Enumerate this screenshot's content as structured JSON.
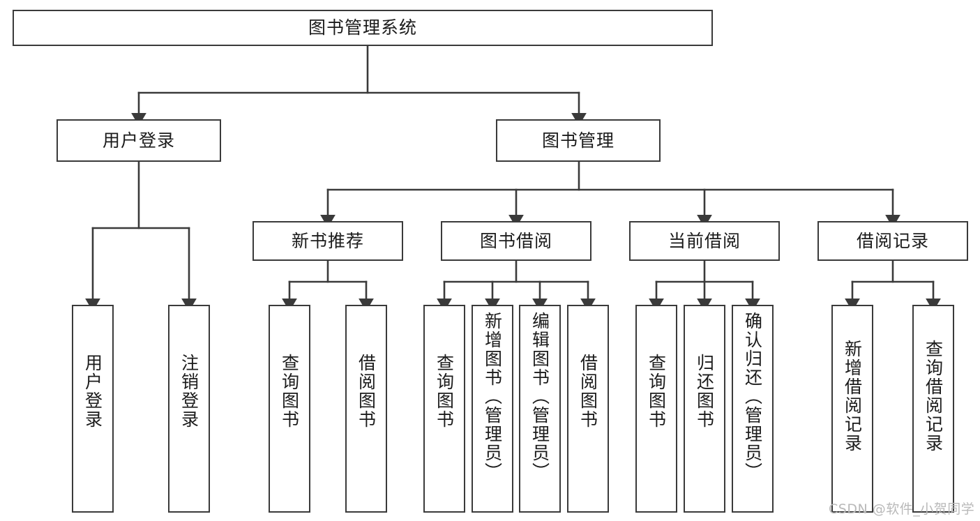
{
  "diagram": {
    "type": "tree",
    "title": "图书管理系统",
    "watermark": "CSDN @软件_小贺同学",
    "colors": {
      "box_border": "#3a3a3a",
      "box_fill": "#ffffff",
      "edge": "#3a3a3a",
      "text": "#1b1b1b",
      "watermark": "#b9b9b9",
      "background": "#ffffff"
    },
    "levels": {
      "root": {
        "label": "图书管理系统"
      },
      "level2": [
        {
          "id": "n-user-login",
          "label": "用户登录"
        },
        {
          "id": "n-book-mgmt",
          "label": "图书管理"
        }
      ],
      "level3": [
        {
          "id": "n-new-book-rec",
          "label": "新书推荐",
          "parent": "n-book-mgmt"
        },
        {
          "id": "n-book-borrow",
          "label": "图书借阅",
          "parent": "n-book-mgmt"
        },
        {
          "id": "n-current-borrow",
          "label": "当前借阅",
          "parent": "n-book-mgmt"
        },
        {
          "id": "n-borrow-record",
          "label": "借阅记录",
          "parent": "n-book-mgmt"
        }
      ],
      "leaves": [
        {
          "id": "l-user-login",
          "label": "用户登录",
          "parent": "n-user-login"
        },
        {
          "id": "l-user-logout",
          "label": "注销登录",
          "parent": "n-user-login"
        },
        {
          "id": "l-rec-query-book",
          "label": "查询图书",
          "parent": "n-new-book-rec"
        },
        {
          "id": "l-rec-borrow-book",
          "label": "借阅图书",
          "parent": "n-new-book-rec"
        },
        {
          "id": "l-borrow-query-book",
          "label": "查询图书",
          "parent": "n-book-borrow"
        },
        {
          "id": "l-borrow-add-book",
          "label": "新增图书（管理员）",
          "parent": "n-book-borrow"
        },
        {
          "id": "l-borrow-edit-book",
          "label": "编辑图书（管理员）",
          "parent": "n-book-borrow"
        },
        {
          "id": "l-borrow-borrow-book",
          "label": "借阅图书",
          "parent": "n-book-borrow"
        },
        {
          "id": "l-cur-query-book",
          "label": "查询图书",
          "parent": "n-current-borrow"
        },
        {
          "id": "l-cur-return-book",
          "label": "归还图书",
          "parent": "n-current-borrow"
        },
        {
          "id": "l-cur-confirm-return",
          "label": "确认归还（管理员）",
          "parent": "n-current-borrow"
        },
        {
          "id": "l-rec-add-record",
          "label": "新增借阅记录",
          "parent": "n-borrow-record"
        },
        {
          "id": "l-rec-query-record",
          "label": "查询借阅记录",
          "parent": "n-borrow-record"
        }
      ]
    }
  }
}
